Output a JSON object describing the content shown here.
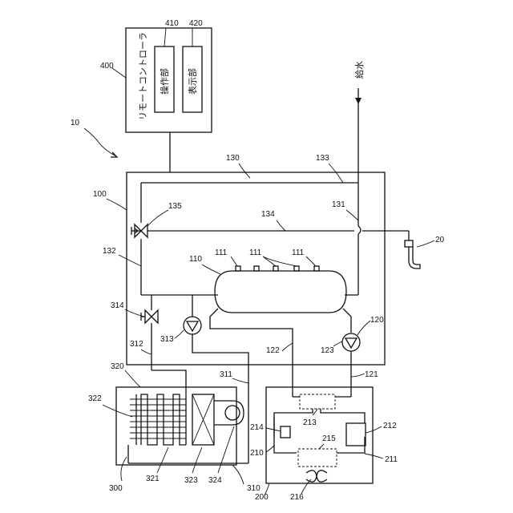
{
  "diagram": {
    "remote": {
      "title": "リモートコントローラ",
      "ref": "400",
      "operation_unit": {
        "label": "操作部",
        "ref": "410"
      },
      "display_unit": {
        "label": "表示部",
        "ref": "420"
      }
    },
    "water_supply_label": "給水",
    "refs": {
      "system": "10",
      "main_unit": "100",
      "tank": "110",
      "sensors": "111",
      "pump_main": "120",
      "pipe_121": "121",
      "pipe_122": "122",
      "pump_123": "123",
      "pipe_130": "130",
      "pipe_131": "131",
      "pipe_132": "132",
      "pipe_133": "133",
      "pipe_134": "134",
      "valve_135": "135",
      "faucet": "20",
      "heat_pump": "200",
      "circuit_210": "210",
      "circuit_211": "211",
      "dev_212": "212",
      "hex_213": "213",
      "comp_214": "214",
      "hex_215": "215",
      "fan_216": "216",
      "room_unit": "300",
      "pipe_310": "310",
      "pipe_311": "311",
      "pipe_312": "312",
      "pump_313": "313",
      "valve_314": "314",
      "terminal_320": "320",
      "coil_321": "321",
      "fins_322": "322",
      "hex_323": "323",
      "fan_324": "324"
    }
  }
}
